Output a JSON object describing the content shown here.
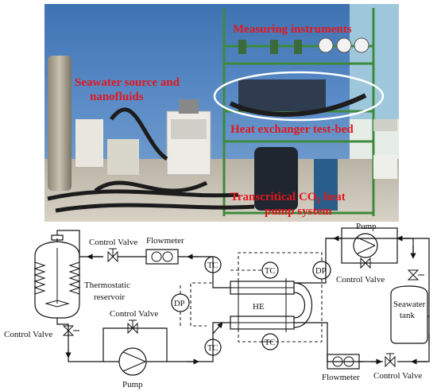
{
  "photo": {
    "labels": {
      "measuring": "Measuring instruments",
      "seawater_line1": "Seawater source and",
      "seawater_line2": "nanofluids",
      "heat_exchanger": "Heat exchanger test-bed",
      "transcritical_line1_a": "Transcritical CO",
      "transcritical_line1_sub": "2",
      "transcritical_line1_b": " heat",
      "transcritical_line2": "pump system"
    },
    "colors": {
      "label": "#e3171d",
      "ellipse": "#ffffff"
    }
  },
  "schematic": {
    "labels": {
      "control_valve_top": "Control Valve",
      "flowmeter_top": "Flowmeter",
      "thermostatic_1": "Thermostatic",
      "thermostatic_2": "reservoir",
      "control_valve_mid": "Control Valve",
      "control_valve_left": "Control Valve",
      "pump_left": "Pump",
      "tc_1": "TC",
      "tc_2": "TC",
      "tc_3": "TC",
      "tc_4": "TC",
      "dp_left": "DP",
      "dp_right": "DP",
      "he": "HE",
      "pump_right": "Pump",
      "control_valve_right": "Control Valve",
      "seawater_1": "Seawater",
      "seawater_2": "tank",
      "flowmeter_bottom": "Flowmeter",
      "control_valve_bottom": "Control Valve"
    }
  }
}
